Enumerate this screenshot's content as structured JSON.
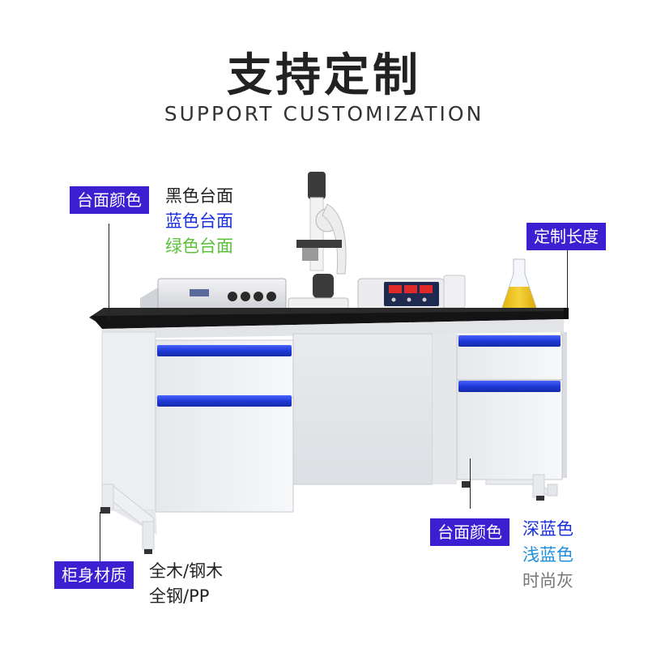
{
  "title": "支持定制",
  "subtitle": "SUPPORT CUSTOMIZATION",
  "top_left_callout": {
    "tag": "台面颜色",
    "options": [
      {
        "text": "黑色台面",
        "color": "#222222"
      },
      {
        "text": "蓝色台面",
        "color": "#1a2fe0"
      },
      {
        "text": "绿色台面",
        "color": "#5cc13a"
      }
    ]
  },
  "top_right_callout": {
    "tag": "定制长度"
  },
  "bottom_right_callout": {
    "tag": "台面颜色",
    "options": [
      {
        "text": "深蓝色",
        "color": "#1a2fe0"
      },
      {
        "text": "浅蓝色",
        "color": "#1f8fe0"
      },
      {
        "text": "时尚灰",
        "color": "#777777"
      }
    ]
  },
  "bottom_left_callout": {
    "tag": "柜身材质",
    "options": [
      {
        "text": "全木/钢木",
        "color": "#222222"
      },
      {
        "text": "全钢/PP",
        "color": "#222222"
      }
    ]
  },
  "colors": {
    "tag_bg": "#3b1fd1",
    "handle_blue": "#1e3ad6",
    "worktop": "#151515",
    "cabinet": "#f1f2f4"
  }
}
